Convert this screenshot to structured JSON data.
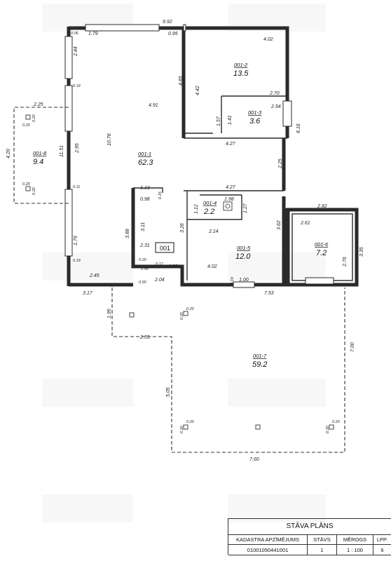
{
  "plan": {
    "building_id": "001",
    "rooms": [
      {
        "id": "001-1",
        "area": "62.3"
      },
      {
        "id": "001-2",
        "area": "13.5"
      },
      {
        "id": "001-3",
        "area": "3.6"
      },
      {
        "id": "001-4",
        "area": "2.2"
      },
      {
        "id": "001-5",
        "area": "12.0"
      },
      {
        "id": "001-6",
        "area": "7.2"
      },
      {
        "id": "001-7",
        "area": "59.2"
      },
      {
        "id": "001-8",
        "area": "9.4"
      }
    ],
    "dimensions": {
      "top_total": "9.92",
      "top_left_1": "1.79",
      "top_left_2": "0.95",
      "small_006": "0.06",
      "left_side": "10.78",
      "left_upper": "2.44",
      "left_015": "0.19",
      "left_011": "0.11",
      "left_019": "0.19",
      "left_179": "1.79",
      "left_295": "2.95",
      "outer_1151": "11.51",
      "r1_491": "4.91",
      "r2_top": "4.02",
      "r2_left": "4.65",
      "r2_inner": "4.42",
      "r2_bottom": "2.70",
      "r3_w": "2.54",
      "r3_h": "1.41",
      "r3_157": "1.57",
      "r3_816": "8.16",
      "mid_427a": "4.27",
      "mid_225": "2.25",
      "mid_427b": "4.27",
      "r4_w": "1.98",
      "r4_h": "1.12",
      "r4_127": "1.27",
      "c_113": "1.13",
      "c_015": "0.15",
      "c_098": "0.98",
      "c_311": "3.11",
      "c_388": "3.88",
      "c_231": "2.31",
      "c_020": "0.20",
      "c_017": "0.17",
      "c_102": "1.02",
      "c_055": "0.55",
      "c_060": "0.60",
      "c_204": "2.04",
      "c_245": "2.45",
      "c_317": "3.17",
      "r5_326": "3.26",
      "r5_214": "2.14",
      "r5_362": "3.62",
      "r5_402": "4.02",
      "r5_019": "0.19",
      "r5_100": "1.00",
      "r5_753": "7.53",
      "r6_282": "2.82",
      "r6_261": "2.61",
      "r6_335": "3.35",
      "r6_276": "2.76",
      "t_195": "1.95",
      "t_255": "2.55",
      "t_505": "5.05",
      "t_700": "7.00",
      "t_760": "7.60",
      "b_225": "2.25",
      "b_420": "4.20",
      "pillar": "0.20"
    }
  },
  "title_block": {
    "title": "STĀVA PLĀNS",
    "headers": [
      "KADASTRA APZĪMĒJUMS",
      "STĀVS",
      "MĒROGS",
      "LPP."
    ],
    "values": [
      "01001050441001",
      "1",
      "1 : 100",
      "6"
    ]
  }
}
